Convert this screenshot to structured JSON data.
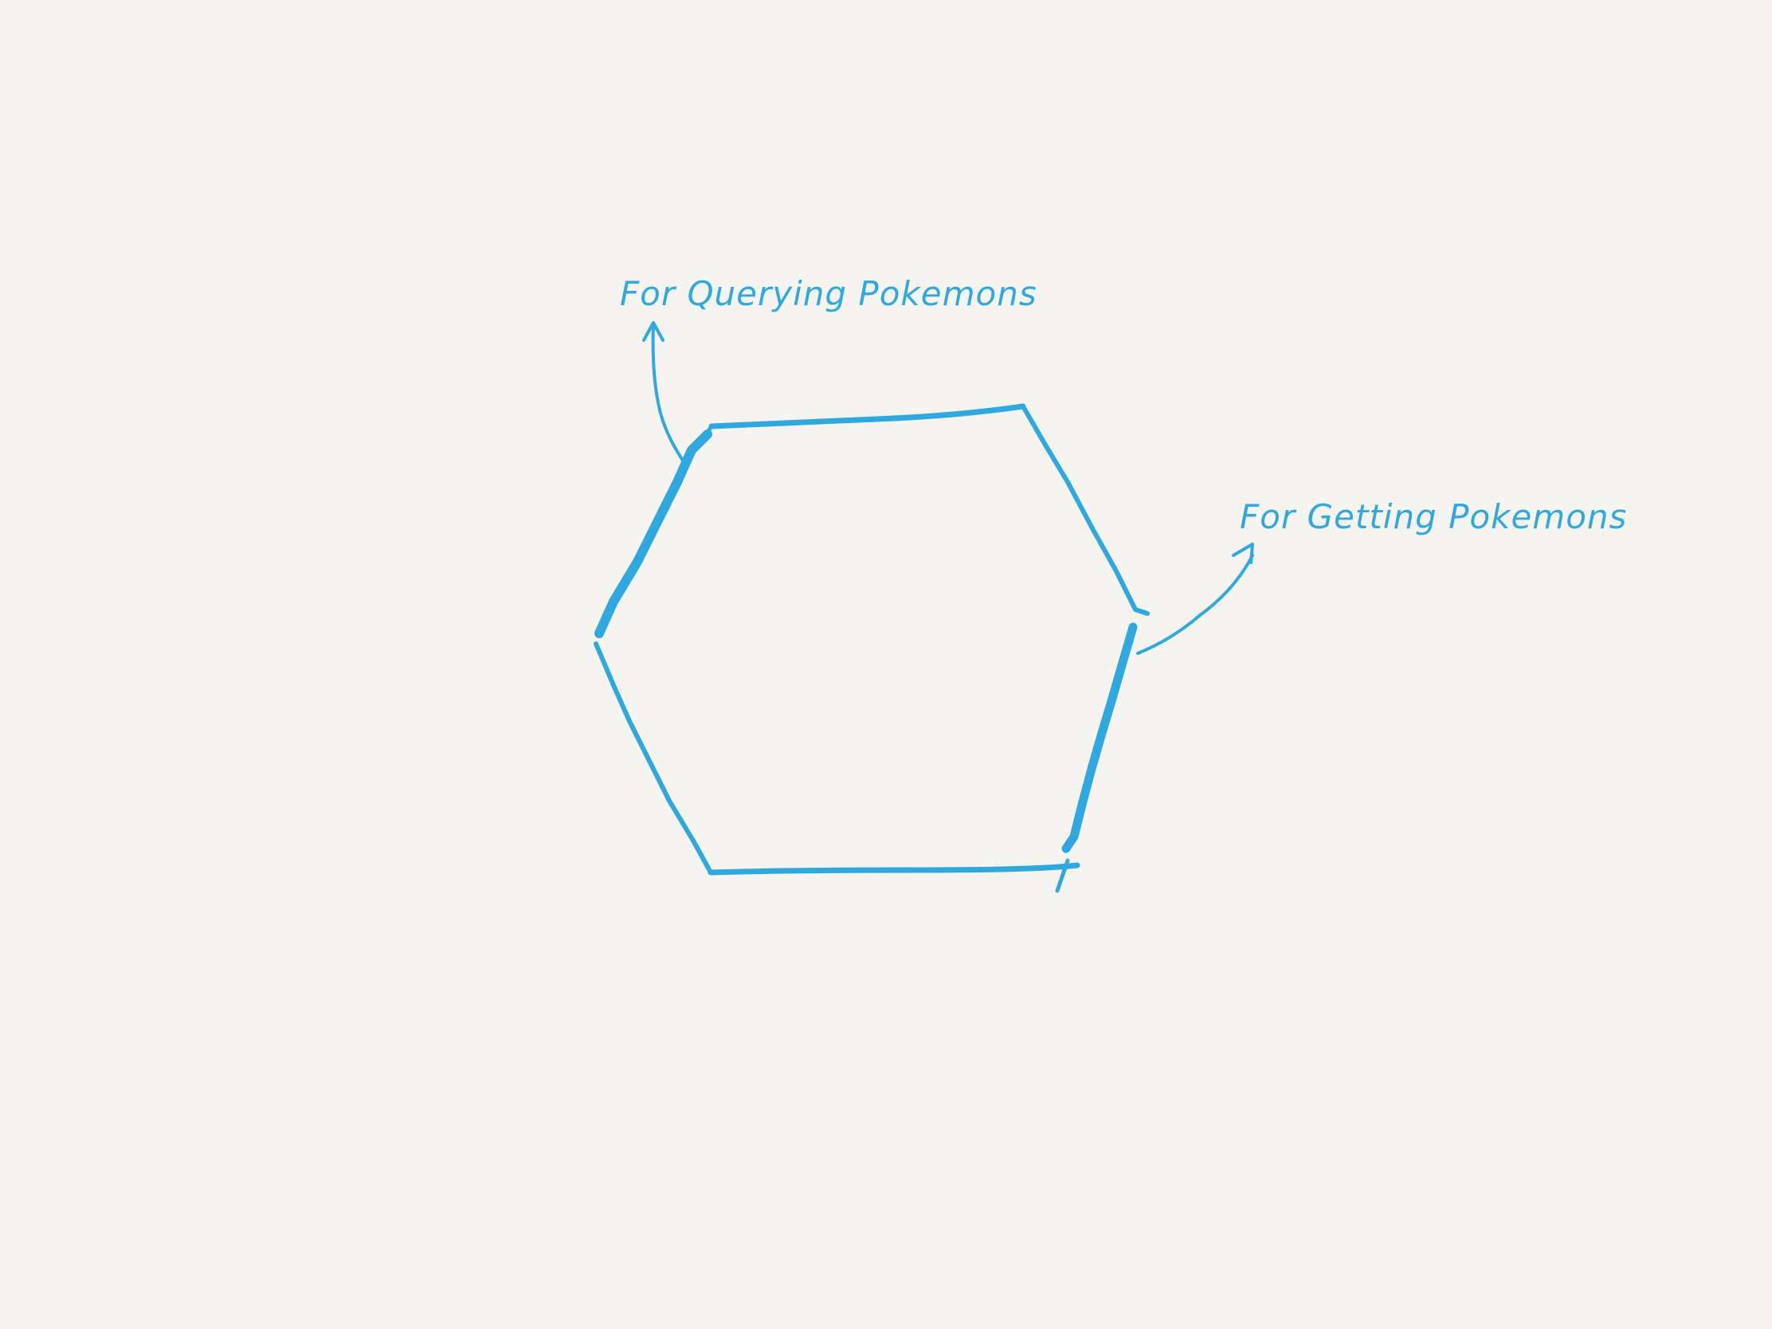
{
  "diagram": {
    "stroke_color": "#2fa8e0",
    "background_color": "#f5f4f0",
    "shape": "hexagon",
    "labels": {
      "left": "For Querying Pokemons",
      "right": "For Getting Pokemons"
    },
    "icons": {
      "left_arrow": "arrow-up-icon",
      "right_arrow": "arrow-up-right-icon"
    }
  }
}
